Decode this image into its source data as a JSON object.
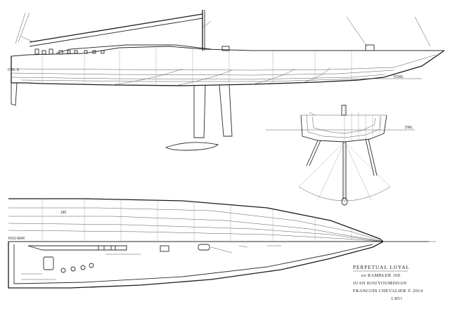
{
  "drawing": {
    "profile_labels": {
      "waterline_right": "FDWL",
      "bow_left": "DWL-S"
    },
    "section_labels": {
      "waterline": "DWL"
    },
    "plan_labels": {
      "left": "ROU-BAR",
      "station": "180"
    }
  },
  "title_block": {
    "name": "PERPETUAL LOYAL",
    "subtitle": "ex RAMBLER 100",
    "designer": "JUAN KOUYOUMDJIAN",
    "author": "FRANCOIS CHEVALIER © 2014",
    "scale": "1/85?"
  }
}
